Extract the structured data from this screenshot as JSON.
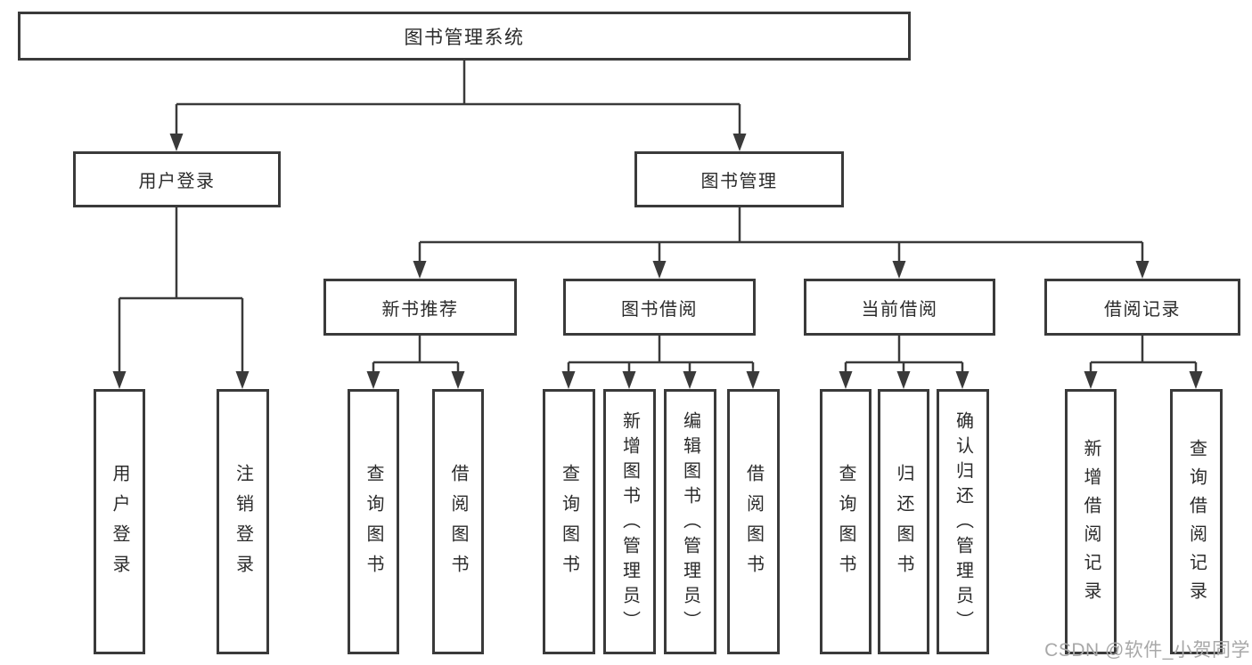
{
  "diagram": {
    "root": {
      "label": "图书管理系统"
    },
    "level2": [
      {
        "label": "用户登录"
      },
      {
        "label": "图书管理"
      }
    ],
    "level3": [
      {
        "label": "新书推荐"
      },
      {
        "label": "图书借阅"
      },
      {
        "label": "当前借阅"
      },
      {
        "label": "借阅记录"
      }
    ],
    "leaves": [
      {
        "label": "用户登录"
      },
      {
        "label": "注销登录"
      },
      {
        "label": "查询图书"
      },
      {
        "label": "借阅图书"
      },
      {
        "label": "查询图书"
      },
      {
        "label": "新增图书（管理员）"
      },
      {
        "label": "编辑图书（管理员）"
      },
      {
        "label": "借阅图书"
      },
      {
        "label": "查询图书"
      },
      {
        "label": "归还图书"
      },
      {
        "label": "确认归还（管理员）"
      },
      {
        "label": "新增借阅记录"
      },
      {
        "label": "查询借阅记录"
      }
    ],
    "watermark": "CSDN @软件_小贺同学"
  },
  "colors": {
    "line": "#3a3a3a",
    "text": "#2b2b2b",
    "box_background": "#ffffff",
    "watermark": "#a8a8a8",
    "background": "#ffffff"
  }
}
